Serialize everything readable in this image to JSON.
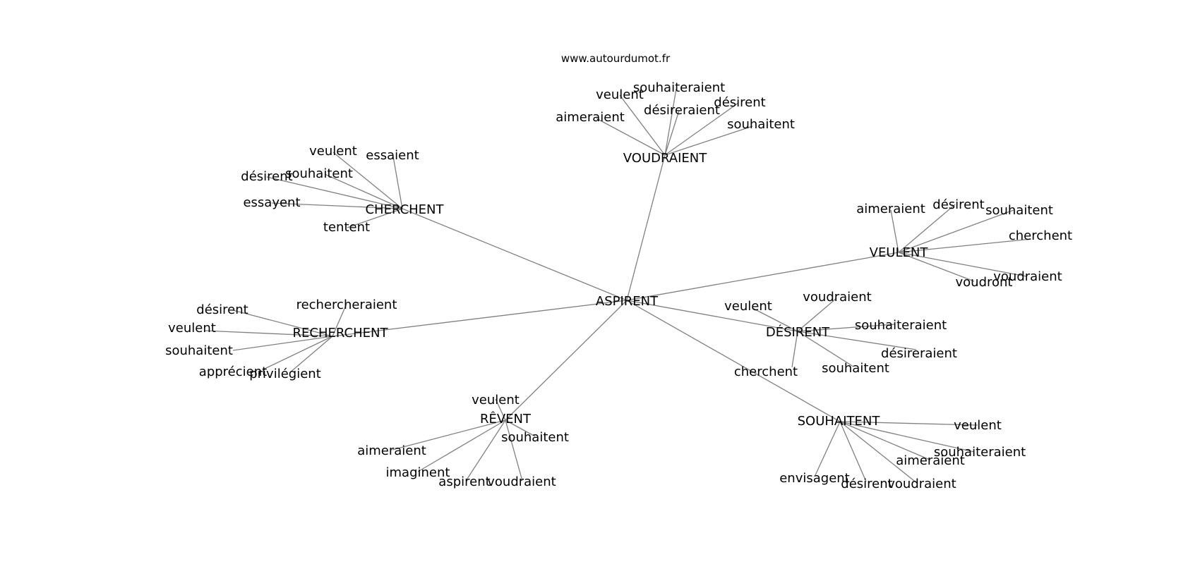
{
  "source": "www.autourdumot.fr",
  "root": "ASPIRENT",
  "clusters": [
    {
      "label": "VOUDRAIENT",
      "leaves": [
        "aimeraient",
        "veulent",
        "souhaiteraient",
        "désireraient",
        "désirent",
        "souhaitent"
      ]
    },
    {
      "label": "CHERCHENT",
      "leaves": [
        "veulent",
        "essaient",
        "souhaitent",
        "désirent",
        "essayent",
        "tentent"
      ]
    },
    {
      "label": "VEULENT",
      "leaves": [
        "aimeraient",
        "désirent",
        "souhaitent",
        "cherchent",
        "voudraient",
        "voudront"
      ]
    },
    {
      "label": "RECHERCHENT",
      "leaves": [
        "rechercheraient",
        "désirent",
        "veulent",
        "souhaitent",
        "apprécient",
        "privilégient"
      ]
    },
    {
      "label": "DÉSIRENT",
      "leaves": [
        "veulent",
        "voudraient",
        "souhaiteraient",
        "désireraient",
        "souhaitent",
        "cherchent"
      ]
    },
    {
      "label": "RÊVENT",
      "leaves": [
        "veulent",
        "souhaitent",
        "aimeraient",
        "imaginent",
        "aspirent",
        "voudraient"
      ]
    },
    {
      "label": "SOUHAITENT",
      "leaves": [
        "veulent",
        "souhaiteraient",
        "aimeraient",
        "voudraient",
        "désirent",
        "envisagent"
      ]
    }
  ]
}
